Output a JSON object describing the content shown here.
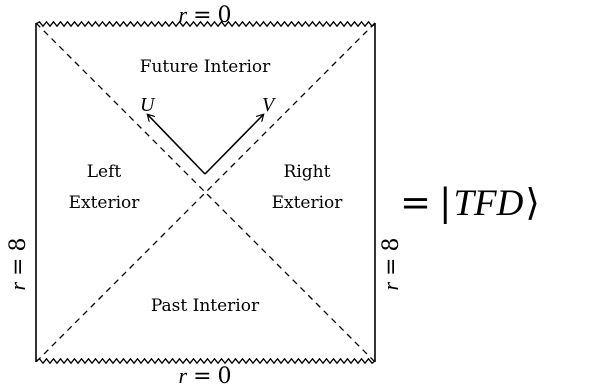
{
  "labels": {
    "top_boundary": {
      "r": "r",
      "eq": "=",
      "val": "0"
    },
    "bottom_boundary": {
      "r": "r",
      "eq": "=",
      "val": "0"
    },
    "left_boundary": {
      "r": "r",
      "eq": "=",
      "val": "8"
    },
    "right_boundary": {
      "r": "r",
      "eq": "=",
      "val": "8"
    },
    "future_interior": "Future Interior",
    "past_interior": "Past Interior",
    "left_exterior": [
      "Left",
      "Exterior"
    ],
    "right_exterior": [
      "Right",
      "Exterior"
    ],
    "u_axis": "U",
    "v_axis": "V",
    "equation": {
      "eq": "=",
      "bar": "|",
      "state": "TFD",
      "angle": "⟩"
    }
  }
}
